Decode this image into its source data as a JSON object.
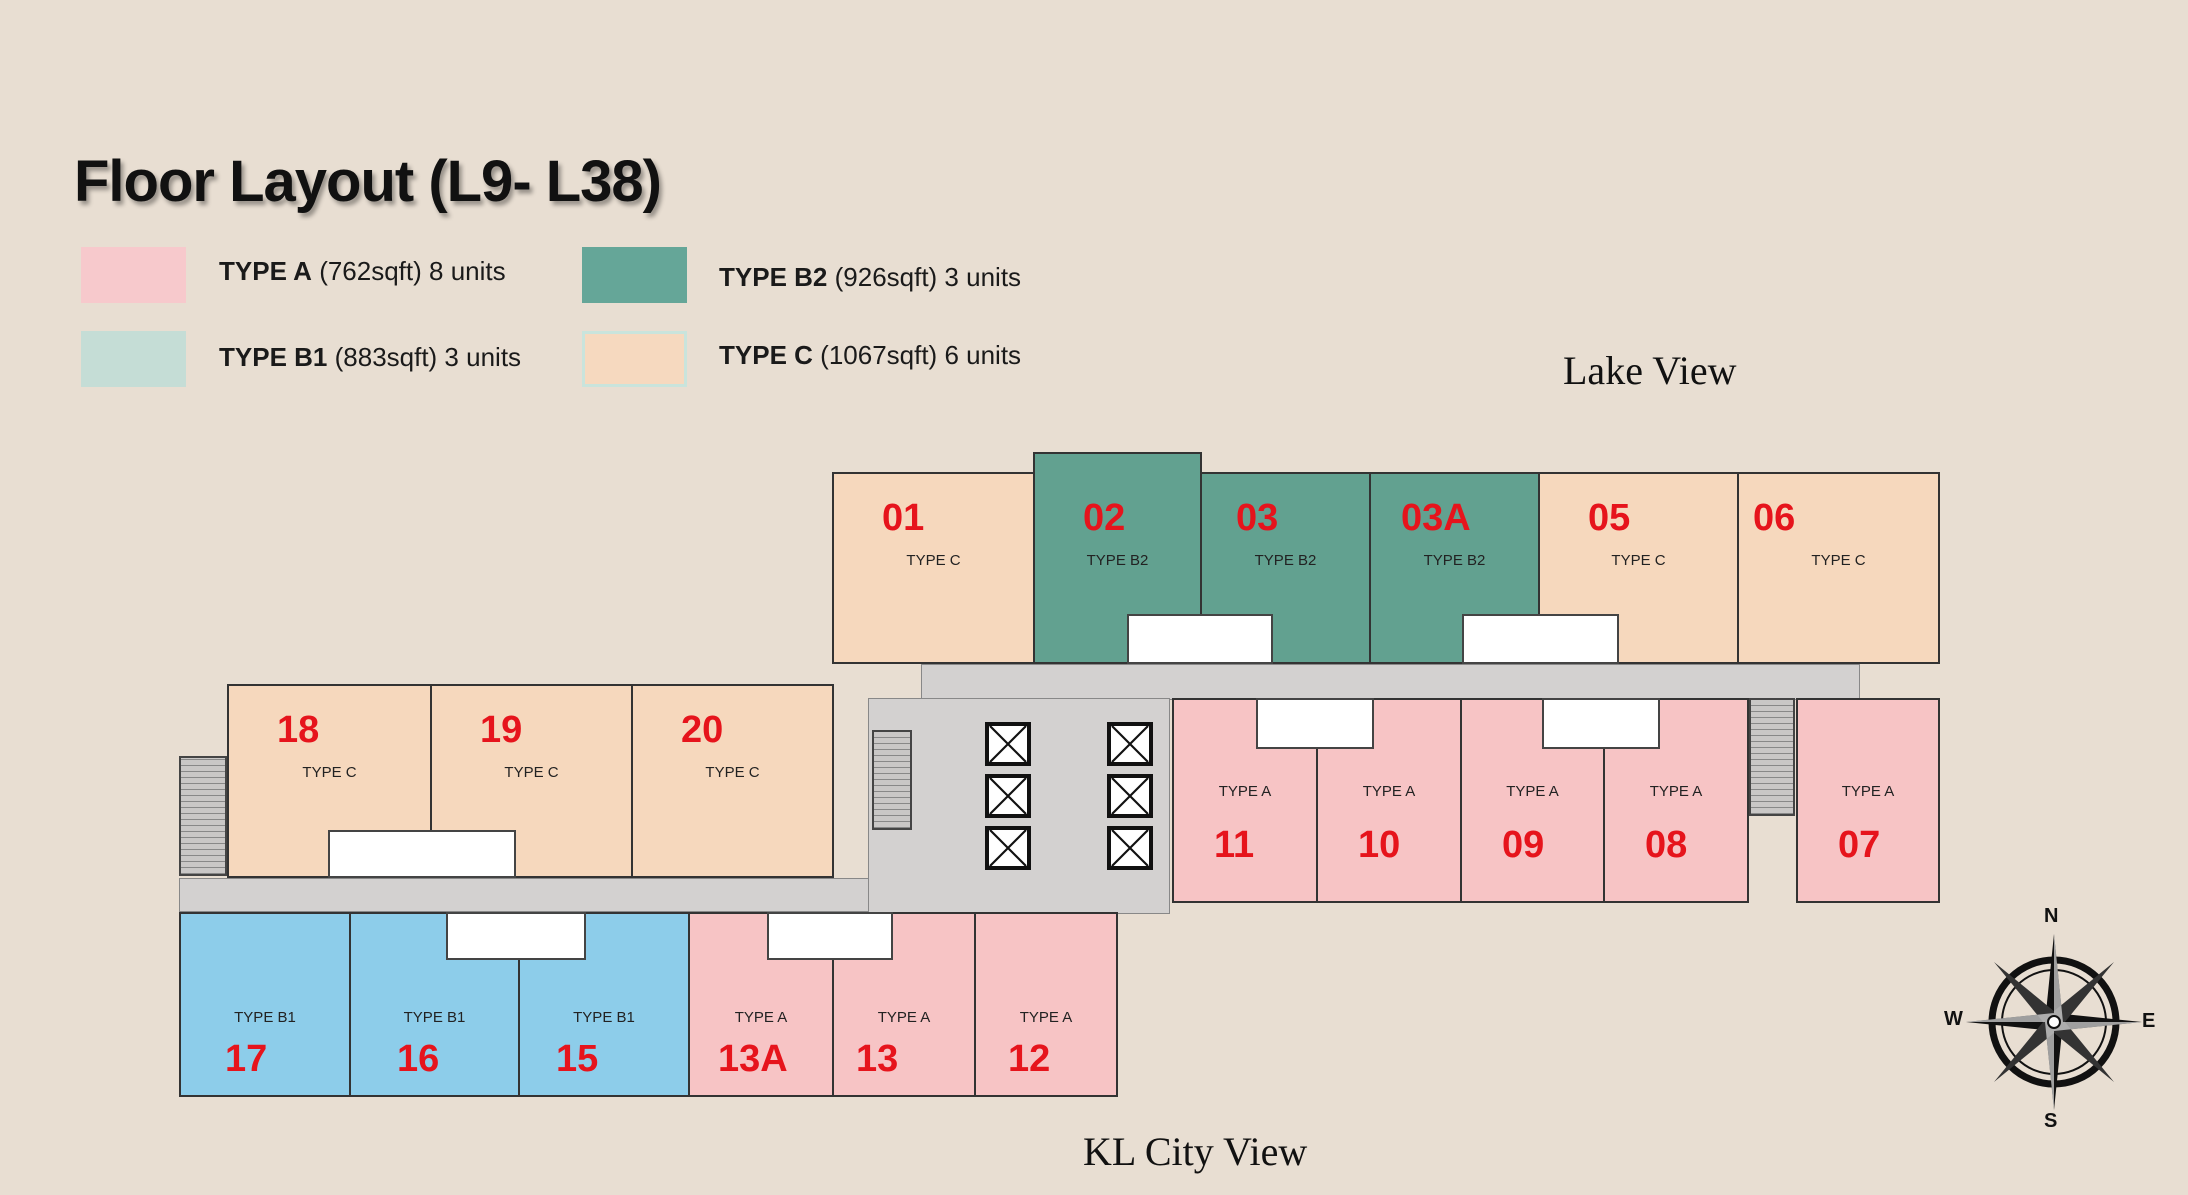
{
  "title": "Floor Layout (L9- L38)",
  "legend": [
    {
      "type": "TYPE A",
      "detail": "(762sqft) 8 units",
      "color": "#f7c9cc"
    },
    {
      "type": "TYPE B1",
      "detail": "(883sqft) 3 units",
      "color": "#c5ddd6"
    },
    {
      "type": "TYPE B2",
      "detail": "(926sqft) 3 units",
      "color": "#65a698"
    },
    {
      "type": "TYPE C",
      "detail": "(1067sqft) 6 units",
      "color": "#f6d9bf"
    }
  ],
  "views": {
    "top": "Lake View",
    "bottom": "KL City View"
  },
  "units": [
    {
      "no": "01",
      "type": "TYPE C"
    },
    {
      "no": "02",
      "type": "TYPE B2"
    },
    {
      "no": "03",
      "type": "TYPE B2"
    },
    {
      "no": "03A",
      "type": "TYPE B2"
    },
    {
      "no": "05",
      "type": "TYPE C"
    },
    {
      "no": "06",
      "type": "TYPE C"
    },
    {
      "no": "11",
      "type": "TYPE A"
    },
    {
      "no": "10",
      "type": "TYPE A"
    },
    {
      "no": "09",
      "type": "TYPE A"
    },
    {
      "no": "08",
      "type": "TYPE A"
    },
    {
      "no": "07",
      "type": "TYPE A"
    },
    {
      "no": "18",
      "type": "TYPE C"
    },
    {
      "no": "19",
      "type": "TYPE C"
    },
    {
      "no": "20",
      "type": "TYPE C"
    },
    {
      "no": "17",
      "type": "TYPE B1"
    },
    {
      "no": "16",
      "type": "TYPE B1"
    },
    {
      "no": "15",
      "type": "TYPE B1"
    },
    {
      "no": "13A",
      "type": "TYPE A"
    },
    {
      "no": "13",
      "type": "TYPE A"
    },
    {
      "no": "12",
      "type": "TYPE A"
    }
  ],
  "compass": {
    "n": "N",
    "s": "S",
    "e": "E",
    "w": "W"
  }
}
